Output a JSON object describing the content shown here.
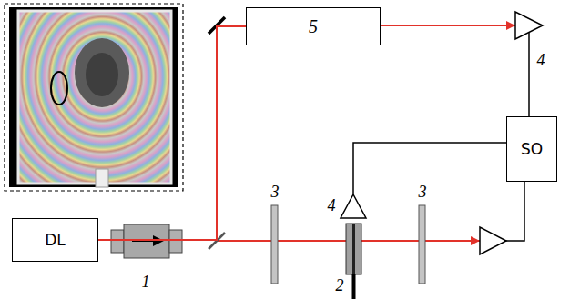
{
  "diagram": {
    "nodes": [
      {
        "text": [
          "5"
        ]
      },
      {
        "text": [
          "SO"
        ]
      },
      {
        "text": [
          "DL"
        ]
      }
    ],
    "edges": [
      {
        "from": 2,
        "to": 0,
        "arrow": "none"
      }
    ],
    "labels": [
      "4",
      "3",
      "4",
      "3",
      "1",
      "2"
    ]
  }
}
